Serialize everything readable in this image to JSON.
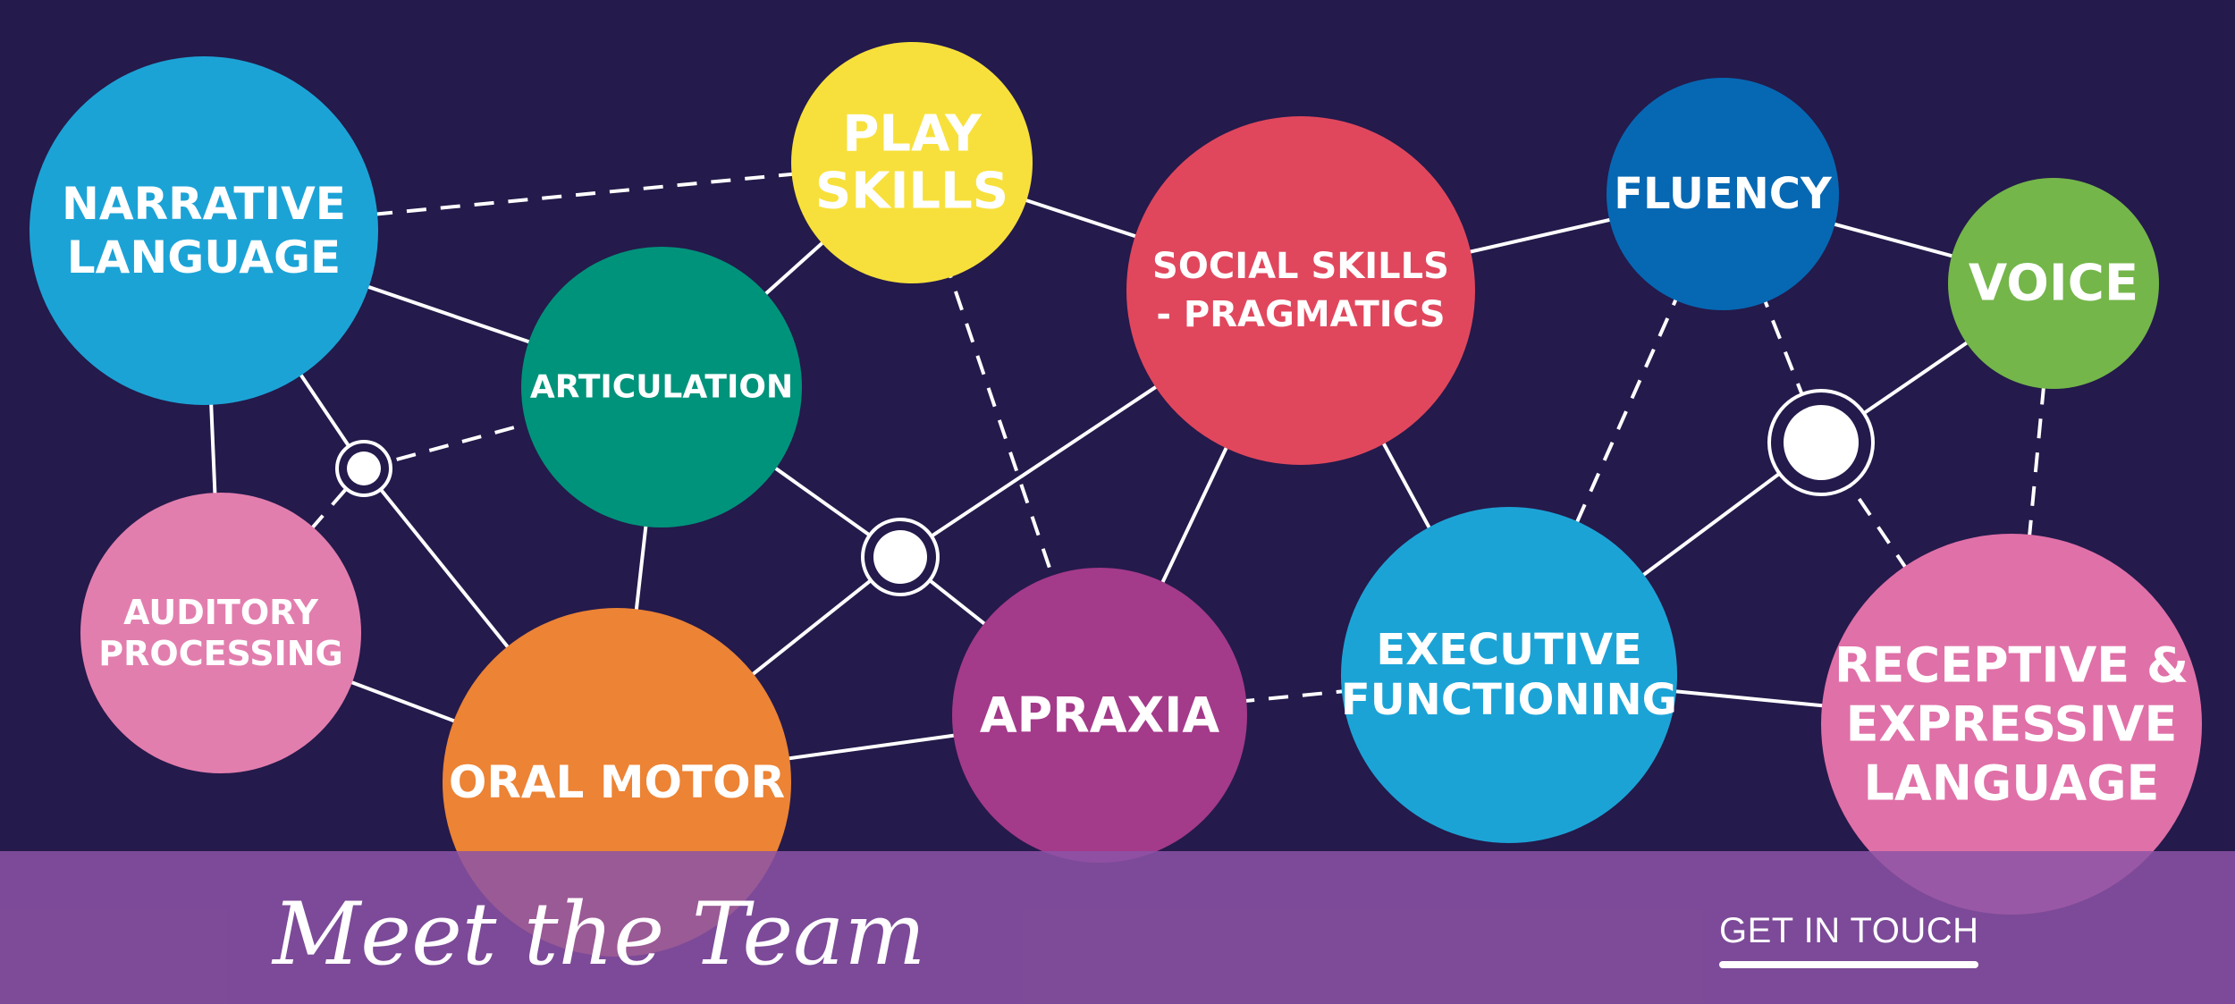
{
  "bubbles": [
    {
      "id": "narrative-language",
      "lines": [
        "NARRATIVE",
        "LANGUAGE"
      ],
      "color": "#1CA3D6"
    },
    {
      "id": "play-skills",
      "lines": [
        "PLAY",
        "SKILLS"
      ],
      "color": "#F7E03B"
    },
    {
      "id": "social-skills",
      "lines": [
        "SOCIAL SKILLS",
        "- PRAGMATICS"
      ],
      "color": "#E0475D"
    },
    {
      "id": "fluency",
      "lines": [
        "FLUENCY"
      ],
      "color": "#0668B3"
    },
    {
      "id": "voice",
      "lines": [
        "VOICE"
      ],
      "color": "#74B64A"
    },
    {
      "id": "articulation",
      "lines": [
        "ARTICULATION"
      ],
      "color": "#00937B"
    },
    {
      "id": "auditory-processing",
      "lines": [
        "AUDITORY",
        "PROCESSING"
      ],
      "color": "#E27EAE"
    },
    {
      "id": "oral-motor",
      "lines": [
        "ORAL MOTOR"
      ],
      "color": "#EC8335"
    },
    {
      "id": "apraxia",
      "lines": [
        "APRAXIA"
      ],
      "color": "#A43A8A"
    },
    {
      "id": "executive-functioning",
      "lines": [
        "EXECUTIVE",
        "FUNCTIONING"
      ],
      "color": "#1CA3D6"
    },
    {
      "id": "receptive-expressive",
      "lines": [
        "RECEPTIVE &",
        "EXPRESSIVE",
        "LANGUAGE"
      ],
      "color": "#E070A8"
    }
  ],
  "footer": {
    "team_label": "Meet the Team",
    "contact_label": "GET IN TOUCH"
  },
  "colors": {
    "background": "#241A4B",
    "footer_band": "#8C54A6",
    "line": "#FFFFFF"
  }
}
